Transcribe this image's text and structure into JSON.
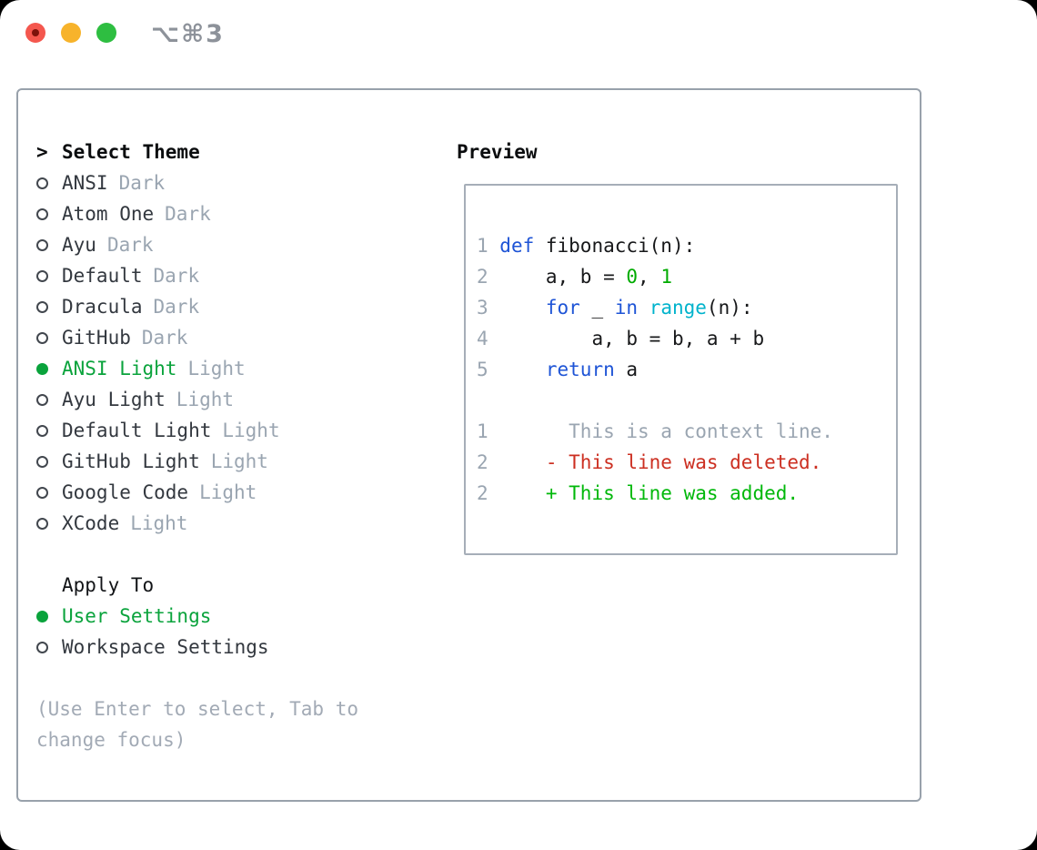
{
  "titlebar": {
    "shortcut": "⌥⌘3"
  },
  "theme_panel": {
    "header_prefix": ">",
    "header": "Select Theme",
    "themes": [
      {
        "name": "ANSI",
        "variant": "Dark",
        "selected": false
      },
      {
        "name": "Atom One",
        "variant": "Dark",
        "selected": false
      },
      {
        "name": "Ayu",
        "variant": "Dark",
        "selected": false
      },
      {
        "name": "Default",
        "variant": "Dark",
        "selected": false
      },
      {
        "name": "Dracula",
        "variant": "Dark",
        "selected": false
      },
      {
        "name": "GitHub",
        "variant": "Dark",
        "selected": false
      },
      {
        "name": "ANSI Light",
        "variant": "Light",
        "selected": true
      },
      {
        "name": "Ayu Light",
        "variant": "Light",
        "selected": false
      },
      {
        "name": "Default Light",
        "variant": "Light",
        "selected": false
      },
      {
        "name": "GitHub Light",
        "variant": "Light",
        "selected": false
      },
      {
        "name": "Google Code",
        "variant": "Light",
        "selected": false
      },
      {
        "name": "XCode",
        "variant": "Light",
        "selected": false
      }
    ],
    "apply_to": {
      "header": "Apply To",
      "options": [
        {
          "label": "User Settings",
          "selected": true
        },
        {
          "label": "Workspace Settings",
          "selected": false
        }
      ]
    },
    "hint_lines": [
      "(Use Enter to select, Tab to",
      "change focus)"
    ]
  },
  "preview": {
    "title": "Preview",
    "lines": [
      {
        "num": "1",
        "tokens": [
          {
            "t": "def ",
            "c": "kw"
          },
          {
            "t": "fibonacci(n):",
            "c": "pl"
          }
        ]
      },
      {
        "num": "2",
        "tokens": [
          {
            "t": "    a, b = ",
            "c": "pl"
          },
          {
            "t": "0",
            "c": "num"
          },
          {
            "t": ", ",
            "c": "pl"
          },
          {
            "t": "1",
            "c": "num"
          }
        ]
      },
      {
        "num": "3",
        "tokens": [
          {
            "t": "    ",
            "c": "pl"
          },
          {
            "t": "for",
            "c": "kw"
          },
          {
            "t": " _ ",
            "c": "pl"
          },
          {
            "t": "in",
            "c": "kw"
          },
          {
            "t": " ",
            "c": "pl"
          },
          {
            "t": "range",
            "c": "fn"
          },
          {
            "t": "(n):",
            "c": "pl"
          }
        ]
      },
      {
        "num": "4",
        "tokens": [
          {
            "t": "        a, b = b, a + b",
            "c": "pl"
          }
        ]
      },
      {
        "num": "5",
        "tokens": [
          {
            "t": "    ",
            "c": "pl"
          },
          {
            "t": "return",
            "c": "kw"
          },
          {
            "t": " a",
            "c": "pl"
          }
        ]
      },
      {
        "num": "",
        "tokens": []
      },
      {
        "num": "1",
        "tokens": [
          {
            "t": "      This is a context line.",
            "c": "ctx"
          }
        ]
      },
      {
        "num": "2",
        "tokens": [
          {
            "t": "    - This line was deleted.",
            "c": "del"
          }
        ]
      },
      {
        "num": "2",
        "tokens": [
          {
            "t": "    + This line was added.",
            "c": "add"
          }
        ]
      }
    ]
  },
  "colors": {
    "selection_green": "#0aa33c",
    "keyword_blue": "#1e54d6",
    "function_cyan": "#00b3cc",
    "literal_green": "#00ab00",
    "added_green": "#00b80a",
    "deleted_red": "#cc2f21",
    "muted_gray": "#9aa5b1",
    "panel_border": "#98a1ab",
    "traffic_red": "#f4574e",
    "traffic_yellow": "#f7b32b",
    "traffic_green": "#2ebe41"
  }
}
